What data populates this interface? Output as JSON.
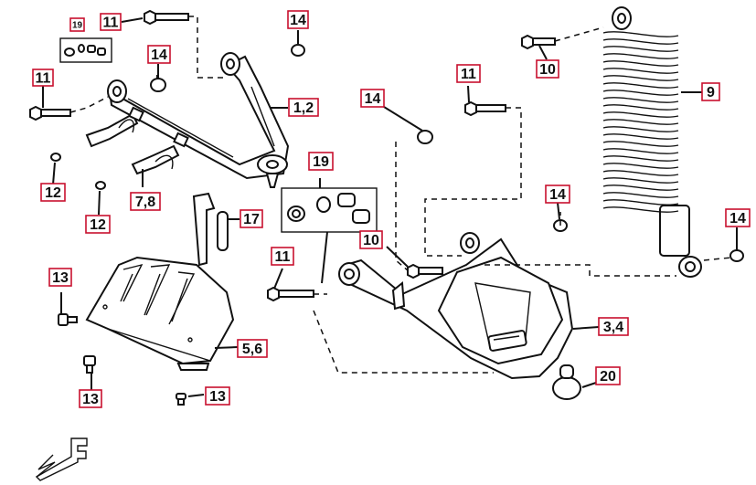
{
  "callouts": [
    {
      "id": "c19-small",
      "text": "19"
    },
    {
      "id": "c11-top",
      "text": "11"
    },
    {
      "id": "c14-top",
      "text": "14"
    },
    {
      "id": "c14-upperarm",
      "text": "14"
    },
    {
      "id": "c11-left",
      "text": "11"
    },
    {
      "id": "c1-2",
      "text": "1,2"
    },
    {
      "id": "c12-a",
      "text": "12"
    },
    {
      "id": "c12-b",
      "text": "12"
    },
    {
      "id": "c7-8",
      "text": "7,8"
    },
    {
      "id": "c17",
      "text": "17"
    },
    {
      "id": "c19-large",
      "text": "19"
    },
    {
      "id": "c14-mid",
      "text": "14"
    },
    {
      "id": "c11-mid",
      "text": "11"
    },
    {
      "id": "c10-top",
      "text": "10"
    },
    {
      "id": "c9",
      "text": "9"
    },
    {
      "id": "c14-right-a",
      "text": "14"
    },
    {
      "id": "c14-right-b",
      "text": "14"
    },
    {
      "id": "c10-mid",
      "text": "10"
    },
    {
      "id": "c11-lower",
      "text": "11"
    },
    {
      "id": "c13-a",
      "text": "13"
    },
    {
      "id": "c5-6",
      "text": "5,6"
    },
    {
      "id": "c13-b",
      "text": "13"
    },
    {
      "id": "c13-c",
      "text": "13"
    },
    {
      "id": "c3-4",
      "text": "3,4"
    },
    {
      "id": "c20",
      "text": "20"
    }
  ],
  "colors": {
    "callout_border": "#c8102e",
    "ink": "#111111",
    "background": "#ffffff"
  },
  "orientation_marker_letter": "F"
}
